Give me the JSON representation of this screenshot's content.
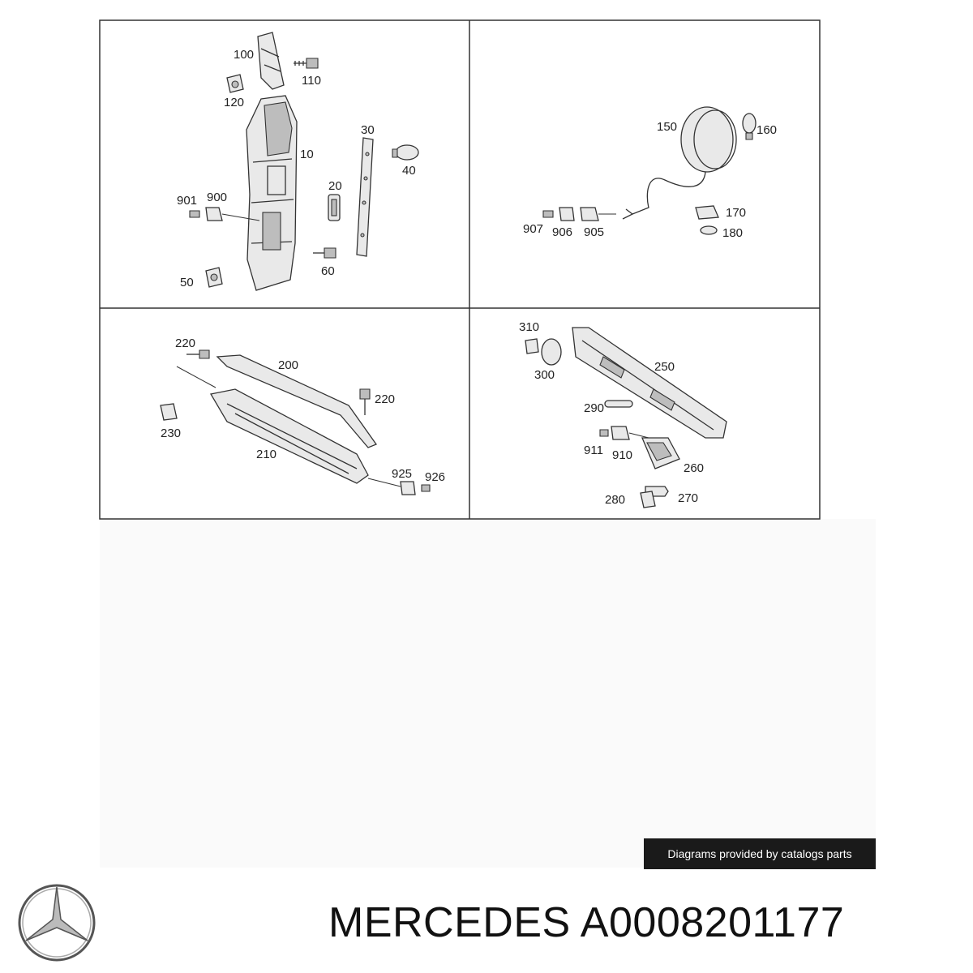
{
  "panels": {
    "top_left": {
      "labels": [
        "100",
        "110",
        "120",
        "10",
        "30",
        "40",
        "20",
        "901",
        "900",
        "60",
        "50"
      ]
    },
    "top_right": {
      "labels": [
        "150",
        "160",
        "170",
        "180",
        "907",
        "906",
        "905"
      ]
    },
    "bottom_left": {
      "labels": [
        "220",
        "200",
        "220",
        "230",
        "210",
        "925",
        "926"
      ]
    },
    "bottom_right": {
      "labels": [
        "310",
        "300",
        "250",
        "290",
        "911",
        "910",
        "260",
        "280",
        "270"
      ]
    }
  },
  "credit": "Diagrams provided by catalogs parts",
  "footer": {
    "brand": "MERCEDES",
    "part_number": "A0008201177"
  },
  "logo": {
    "icon": "mercedes-star-icon"
  }
}
